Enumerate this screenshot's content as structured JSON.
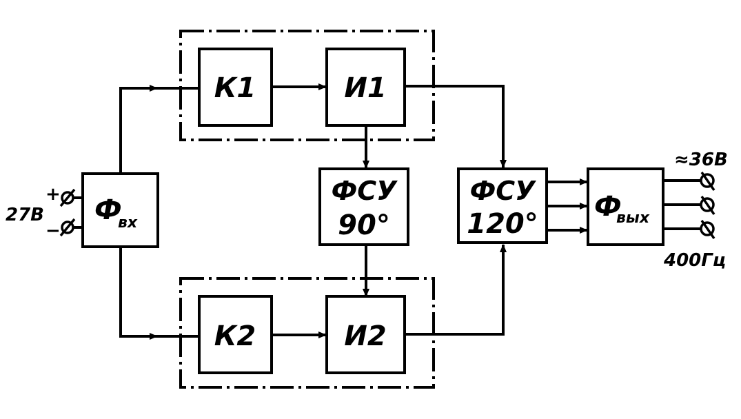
{
  "colors": {
    "line": "#000000",
    "background": "#ffffff"
  },
  "blocks": {
    "f_in": {
      "main": "Ф",
      "sub": "вх"
    },
    "k1": "К1",
    "i1": "И1",
    "k2": "К2",
    "i2": "И2",
    "fsu90": {
      "line1": "ФСУ",
      "line2": "90°"
    },
    "fsu120": {
      "line1": "ФСУ",
      "line2": "120°"
    },
    "f_out": {
      "main": "Ф",
      "sub": "вых"
    }
  },
  "terminals": {
    "input_voltage": "27В",
    "plus": "+",
    "minus": "−",
    "output_voltage": "≈36В",
    "output_frequency": "400Гц"
  }
}
